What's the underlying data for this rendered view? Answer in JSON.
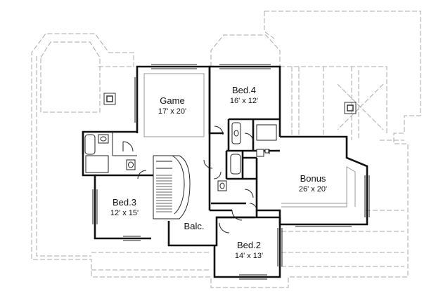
{
  "rooms": {
    "game": {
      "name": "Game",
      "dims": "17' x 20'"
    },
    "bed4": {
      "name": "Bed.4",
      "dims": "16' x 12'"
    },
    "bonus": {
      "name": "Bonus",
      "dims": "26' x 20'"
    },
    "bed3": {
      "name": "Bed.3",
      "dims": "12' x 15'"
    },
    "balcony": {
      "name": "Balc."
    },
    "bed2": {
      "name": "Bed.2",
      "dims": "14' x 13'"
    }
  },
  "colors": {
    "wall": "#111111",
    "roof_dashed": "#a8a8a8",
    "background": "#ffffff"
  }
}
